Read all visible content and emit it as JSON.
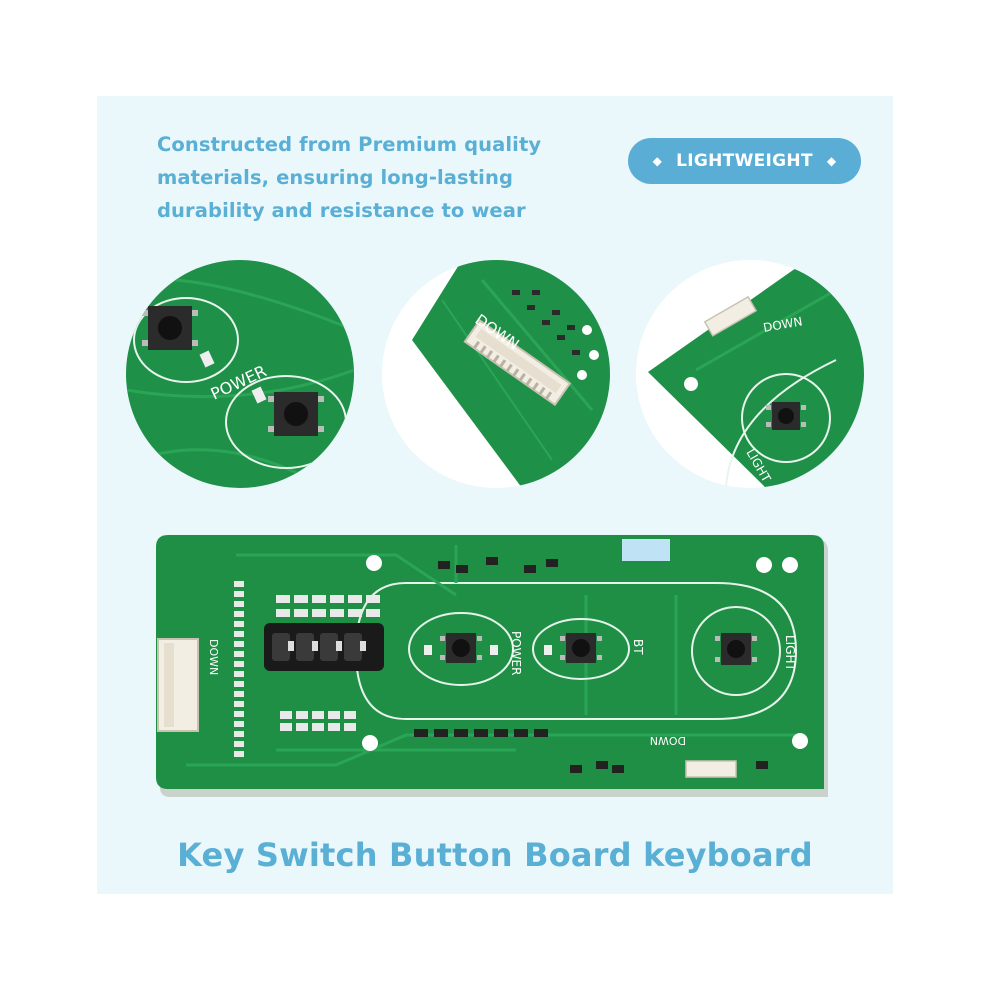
{
  "headline": {
    "line1": "Constructed from Premium quality",
    "line2": "materials, ensuring long-lasting",
    "line3": "durability and resistance to wear"
  },
  "badge": {
    "label": "LIGHTWEIGHT",
    "icon_left": "diamond-icon",
    "icon_right": "diamond-icon"
  },
  "zoom_views": {
    "power": {
      "label": "POWER"
    },
    "down": {
      "label": "DOWN"
    },
    "light": {
      "label": "LIGHT",
      "down_label": "DOWN"
    }
  },
  "board": {
    "labels": {
      "power": "POWER",
      "bt": "BT",
      "light": "LIGHT",
      "down_right": "DOWN",
      "down_left": "DOWN"
    },
    "colors": {
      "pcb": "#1e8f45",
      "pcb_dark": "#177a3a",
      "trace": "#2aa556",
      "silk": "#ffffff"
    }
  },
  "footer_title": "Key Switch Button Board keyboard",
  "colors": {
    "accent": "#5aaed6",
    "panel": "#eaf7fb"
  }
}
